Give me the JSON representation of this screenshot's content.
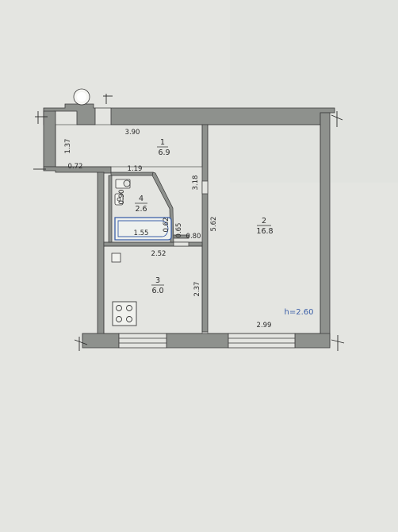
{
  "rooms": [
    {
      "number": "1",
      "area": "6.9"
    },
    {
      "number": "2",
      "area": "16.8"
    },
    {
      "number": "3",
      "area": "6.0"
    },
    {
      "number": "4",
      "area": "2.6"
    }
  ],
  "dimensions": {
    "d_390": "3.90",
    "d_137": "1.37",
    "d_072": "0.72",
    "d_119": "1.19",
    "d_318": "3.18",
    "d_090": "0.90",
    "d_155": "1.55",
    "d_062": "0.62",
    "d_065": "0.65",
    "d_080": "0.80",
    "d_562": "5.62",
    "d_252": "2.52",
    "d_237": "2.37",
    "d_299": "2.99"
  },
  "ceiling_height": "h=2.60",
  "colors": {
    "background": "#e4e5e1",
    "wall": "#8e918d",
    "line": "#3a3a3a",
    "accent": "#3b5fa8"
  }
}
